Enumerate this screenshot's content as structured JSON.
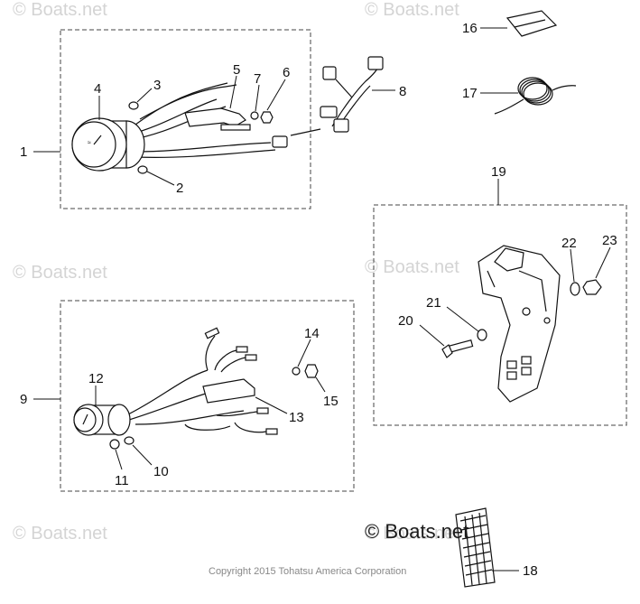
{
  "watermarks": [
    {
      "text": "© Boats.net"
    },
    {
      "text": "© Boats.net"
    },
    {
      "text": "© Boats.net"
    },
    {
      "text": "© Boats.net"
    },
    {
      "text": "© Boats.net"
    },
    {
      "text": "© Boats.net"
    }
  ],
  "brand_watermark": "© Boats.net",
  "copyright": "Copyright 2015 Tohatsu America Corporation",
  "callouts": {
    "c1": "1",
    "c2": "2",
    "c3": "3",
    "c4": "4",
    "c5": "5",
    "c6": "6",
    "c7": "7",
    "c8": "8",
    "c9": "9",
    "c10": "10",
    "c11": "11",
    "c12": "12",
    "c13": "13",
    "c14": "14",
    "c15": "15",
    "c16": "16",
    "c17": "17",
    "c18": "18",
    "c19": "19",
    "c20": "20",
    "c21": "21",
    "c22": "22",
    "c23": "23"
  }
}
